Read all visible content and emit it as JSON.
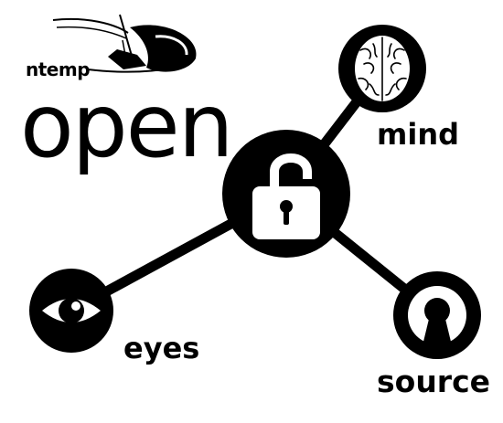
{
  "logo": {
    "brand": "ntemp",
    "title": "open",
    "nodes": {
      "mind": "mind",
      "eyes": "eyes",
      "source": "source"
    }
  },
  "colors": {
    "ink": "#000000",
    "background": "#ffffff",
    "brain": "#ffffff"
  },
  "icons": [
    "sailboat-icon",
    "padlock-icon",
    "brain-icon",
    "eye-icon",
    "keyhole-icon"
  ]
}
